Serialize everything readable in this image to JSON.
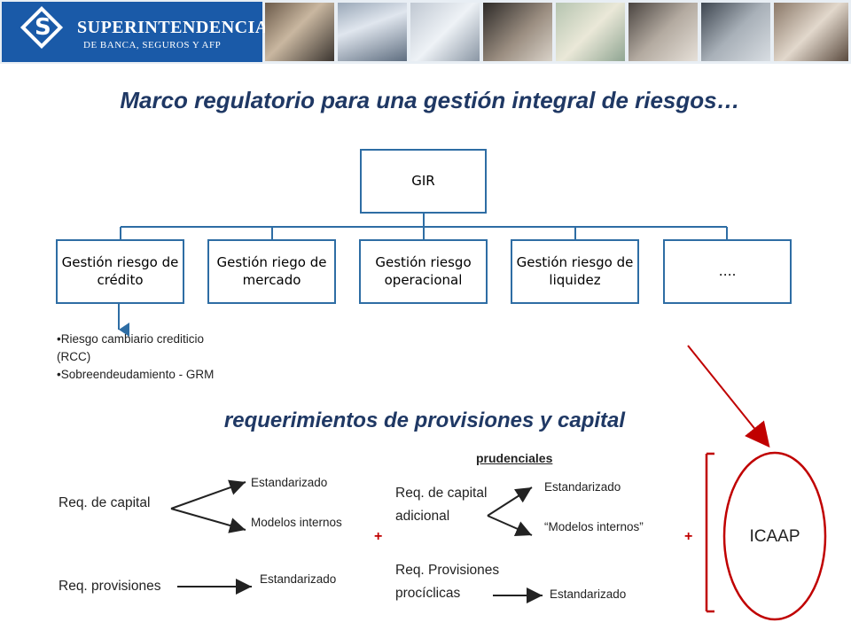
{
  "header": {
    "logo_name": "SUPERINTENDENCIA",
    "logo_sub": "DE BANCA, SEGUROS Y AFP"
  },
  "title": "Marco regulatorio para una gestión integral de riesgos…",
  "org": {
    "root": "GIR",
    "children": [
      "Gestión riesgo de crédito",
      "Gestión riego de mercado",
      "Gestión riesgo operacional",
      "Gestión riesgo de liquidez",
      "…."
    ]
  },
  "bullets": [
    "•Riesgo cambiario crediticio",
    "(RCC)",
    "•Sobreendeudamiento - GRM"
  ],
  "subtitle": "requerimientos de provisiones y capital",
  "left": {
    "capital_label": "Req. de capital",
    "capital_opt1": "Estandarizado",
    "capital_opt2": "Modelos internos",
    "prov_label": "Req. provisiones",
    "prov_opt": "Estandarizado"
  },
  "right": {
    "heading": "prudenciales",
    "capital_label_1": "Req. de capital",
    "capital_label_2": "adicional",
    "capital_opt1": "Estandarizado",
    "capital_opt2": "“Modelos internos”",
    "prov_label_1": "Req. Provisiones",
    "prov_label_2": "procíclicas",
    "prov_opt": "Estandarizado"
  },
  "plus_signs": [
    "+",
    "+"
  ],
  "icaap": "ICAAP",
  "colors": {
    "box_border": "#2e6da4",
    "title": "#1f3864",
    "red": "#c00000",
    "logo_bg": "#1a5aa8"
  }
}
